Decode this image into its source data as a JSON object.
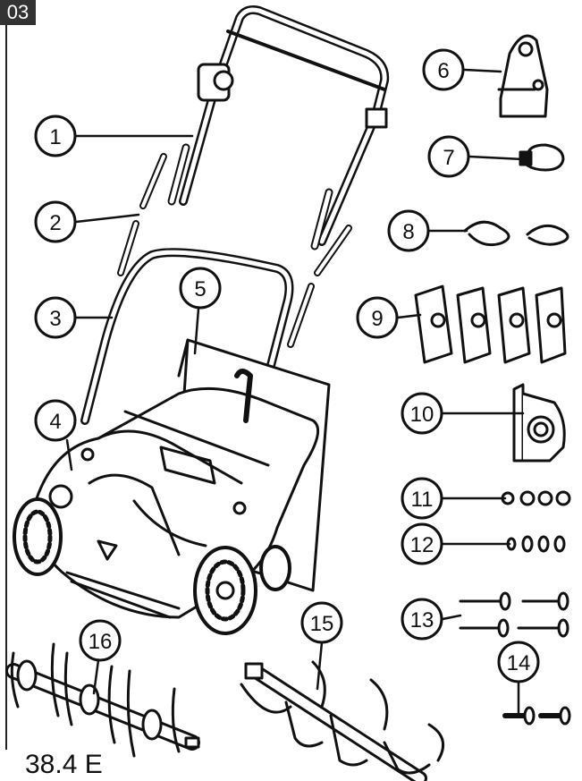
{
  "figure": {
    "tag": "03",
    "model": "38.4 E"
  },
  "colors": {
    "line": "#111111",
    "bg": "#ffffff",
    "tag_bg": "#333333"
  },
  "callouts": [
    "1",
    "2",
    "3",
    "4",
    "5",
    "6",
    "7",
    "8",
    "9",
    "10",
    "11",
    "12",
    "13",
    "14",
    "15",
    "16"
  ]
}
